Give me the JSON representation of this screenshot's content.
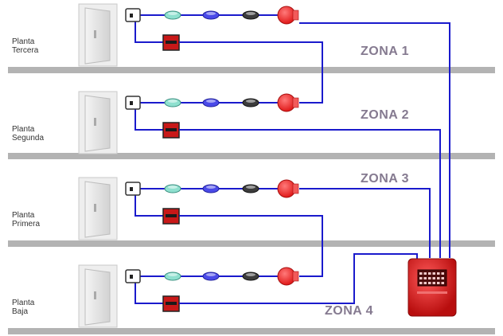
{
  "floors": [
    {
      "line1": "Planta",
      "line2": "Tercera"
    },
    {
      "line1": "Planta",
      "line2": "Segunda"
    },
    {
      "line1": "Planta",
      "line2": "Primera"
    },
    {
      "line1": "Planta",
      "line2": "Baja"
    }
  ],
  "zones": [
    "ZONA 1",
    "ZONA 2",
    "ZONA 3",
    "ZONA 4"
  ],
  "colors": {
    "wire": "#1a1acc",
    "floor_bar": "#b3b3b3",
    "siren": "#e01818",
    "panel": "#d81e1e",
    "zone_text": "#857a90"
  },
  "devices": [
    "door",
    "detector-base",
    "smoke-detector",
    "heat-detector",
    "ionic-detector",
    "siren",
    "manual-call-point",
    "control-panel"
  ]
}
